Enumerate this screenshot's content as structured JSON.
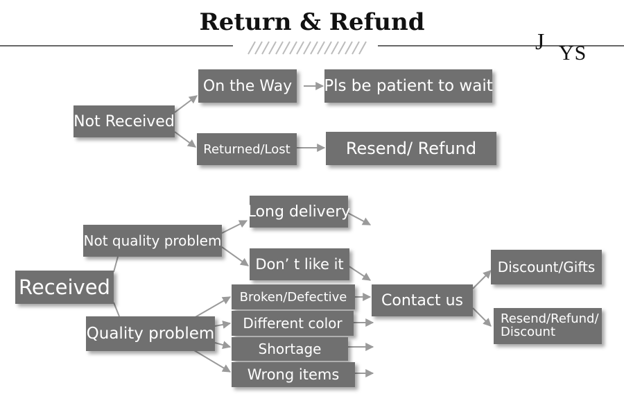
{
  "header": {
    "title": "Return & Refund",
    "logo_j": "J",
    "logo_ys": "YS"
  },
  "nodes": {
    "not_received": "Not Received",
    "on_the_way": "On the Way",
    "pls_wait": "Pls be patient to wait",
    "returned_lost": "Returned/Lost",
    "resend_refund": "Resend/ Refund",
    "received": "Received",
    "not_quality_problem": "Not quality problem",
    "long_delivery": "Long delivery",
    "dont_like_it": "Don’ t like it",
    "quality_problem": "Quality problem",
    "broken_defective": "Broken/Defective",
    "different_color": "Different color",
    "shortage": "Shortage",
    "wrong_items": "Wrong items",
    "contact_us": "Contact us",
    "discount_gifts": "Discount/Gifts",
    "resend_refund_discount": "Resend/Refund/ Discount"
  },
  "colors": {
    "box_fill": "#707070",
    "box_text": "#ffffff",
    "arrow": "#999999",
    "rule": "#333333"
  }
}
